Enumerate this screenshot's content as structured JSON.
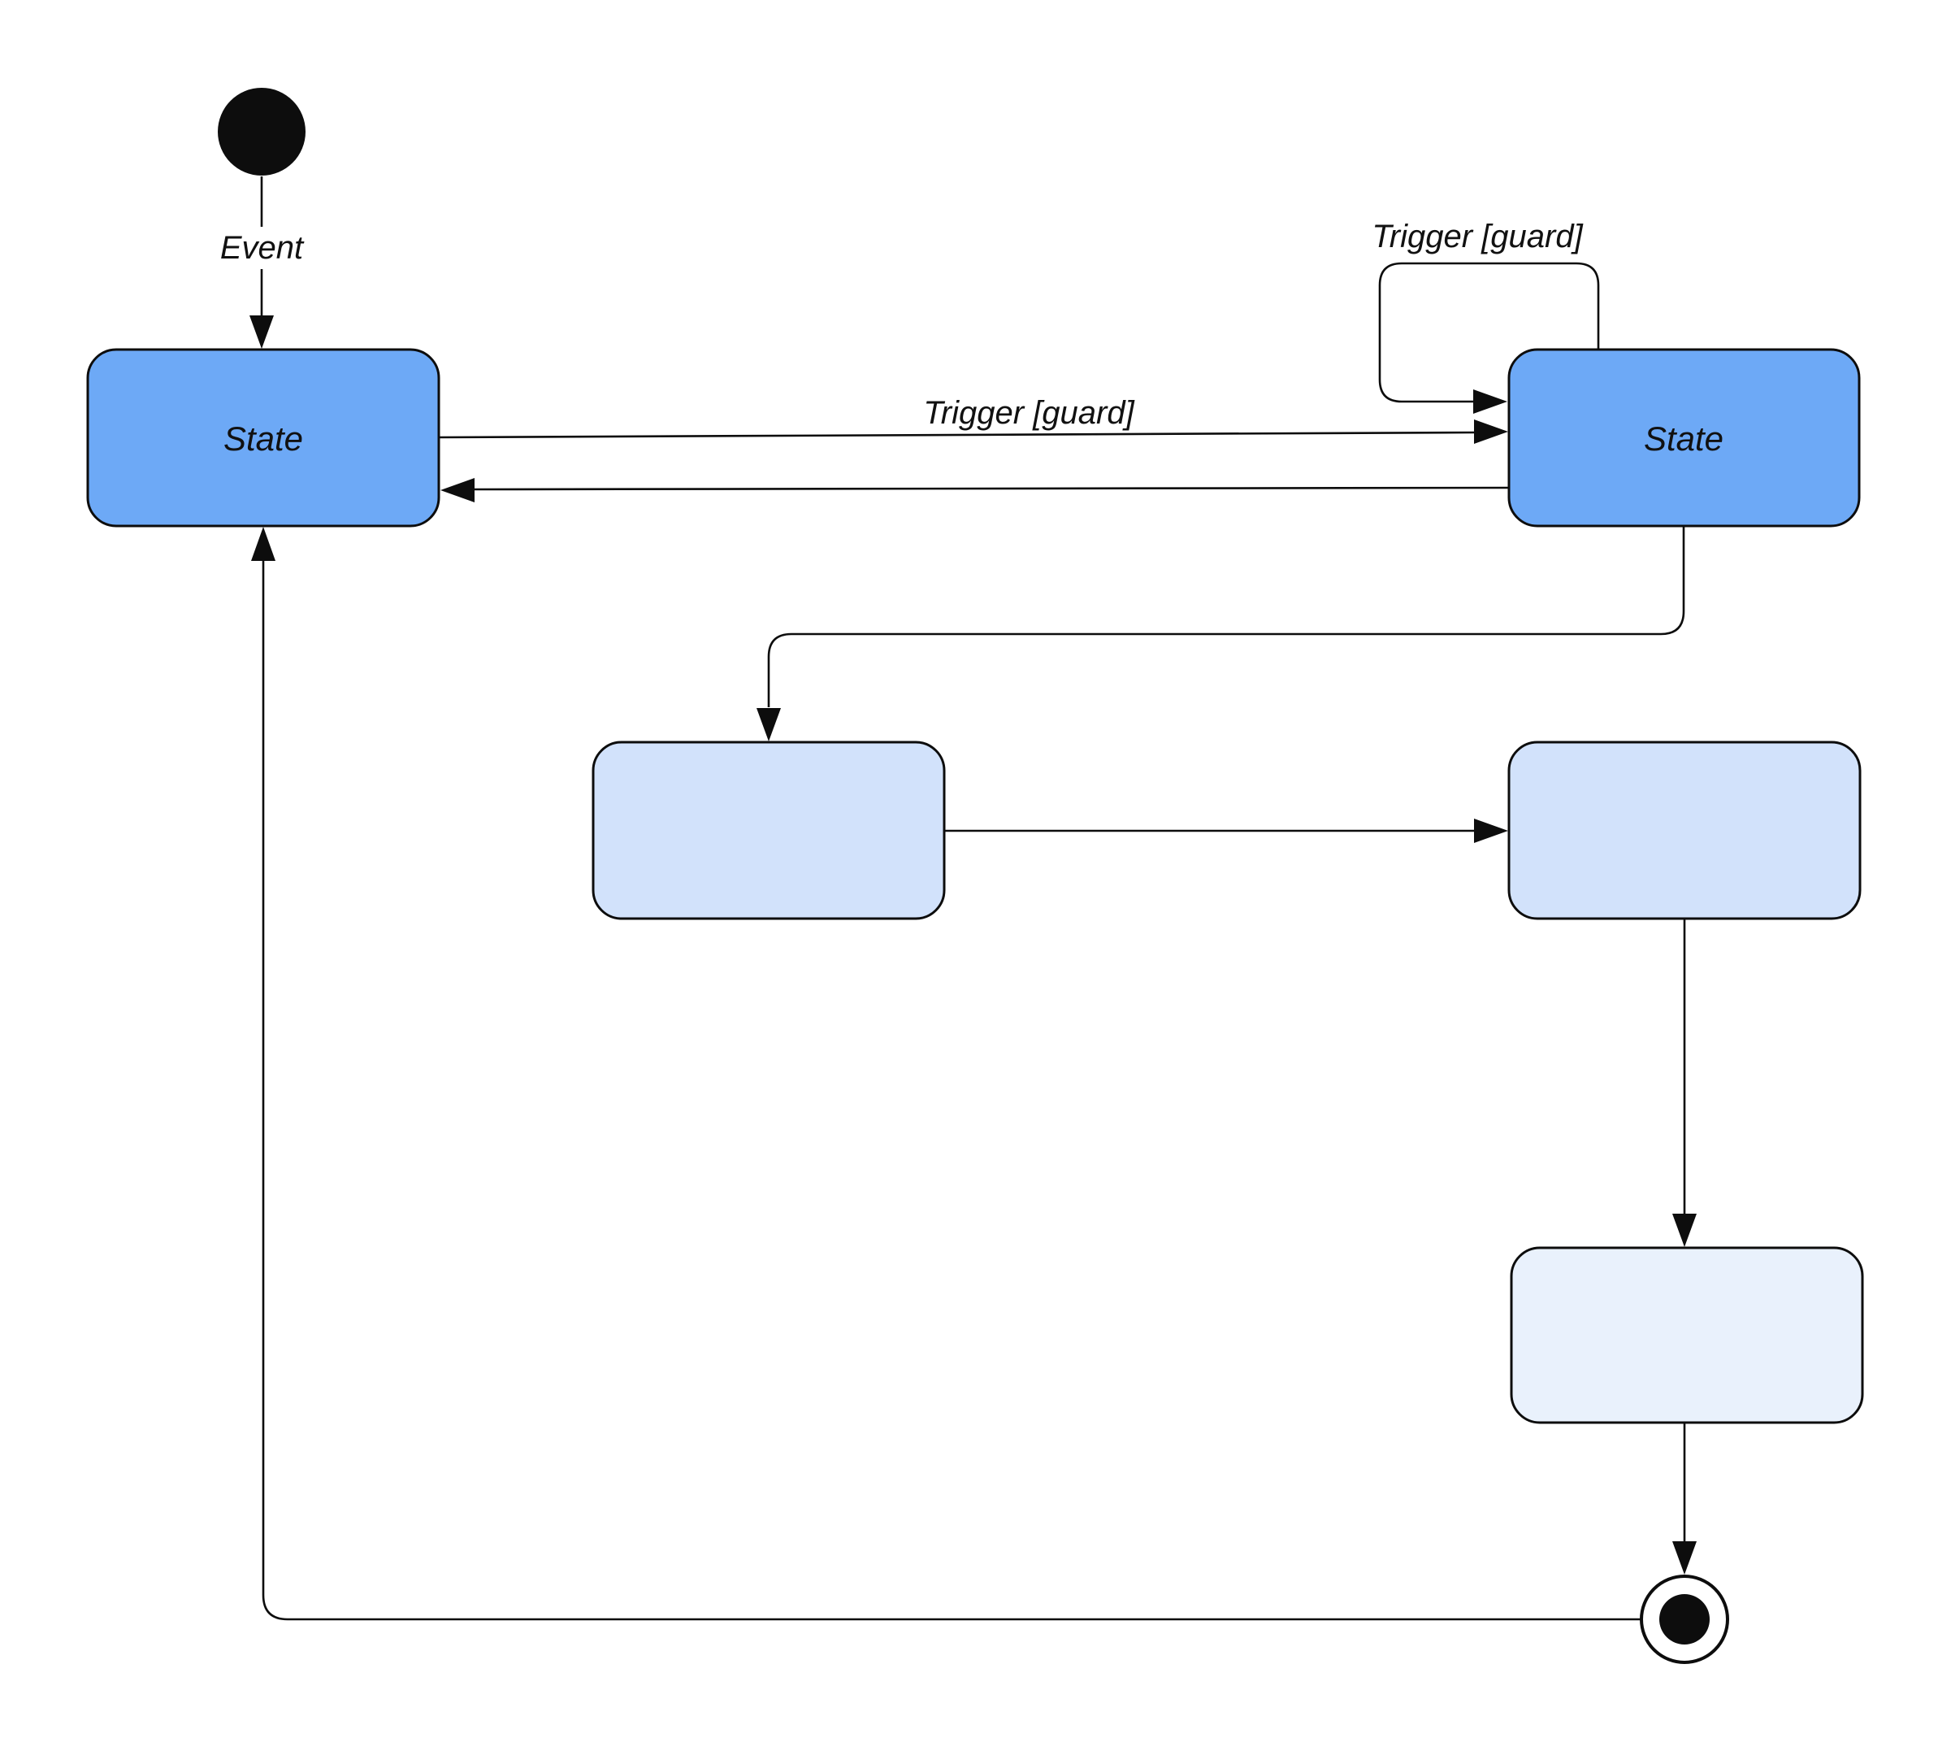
{
  "diagram": {
    "kind": "uml-state-machine",
    "colors": {
      "background": "#ffffff",
      "ink": "#0d0d0d",
      "state_fill": "#6da9f6",
      "substate_fill": "#d2e2fb",
      "substate_pale_fill": "#e9f1fc"
    },
    "nodes": {
      "initial": {
        "kind": "initial-pseudostate"
      },
      "state_left": {
        "label": "State"
      },
      "state_right": {
        "label": "State"
      },
      "substate_top": {
        "label": ""
      },
      "substate_right": {
        "label": ""
      },
      "substate_bottom": {
        "label": ""
      },
      "final": {
        "kind": "final-state"
      }
    },
    "edges": {
      "initial_to_state_left": {
        "from": "initial",
        "to": "state_left",
        "label": "Event"
      },
      "state_left_to_state_right": {
        "from": "state_left",
        "to": "state_right",
        "label": "Trigger [guard]"
      },
      "state_right_to_state_left": {
        "from": "state_right",
        "to": "state_left"
      },
      "state_right_self_loop": {
        "from": "state_right",
        "to": "state_right",
        "label": "Trigger [guard]"
      },
      "state_right_to_substate_top": {
        "from": "state_right",
        "to": "substate_top"
      },
      "substate_top_to_substate_right": {
        "from": "substate_top",
        "to": "substate_right"
      },
      "substate_right_to_substate_bottom": {
        "from": "substate_right",
        "to": "substate_bottom"
      },
      "substate_bottom_to_final": {
        "from": "substate_bottom",
        "to": "final"
      },
      "final_to_state_left": {
        "from": "final",
        "to": "state_left"
      }
    }
  }
}
